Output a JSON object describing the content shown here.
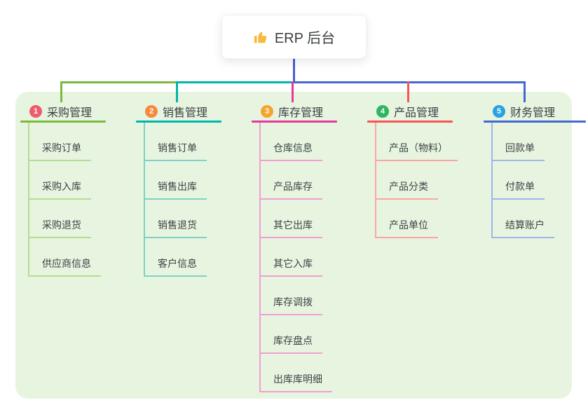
{
  "root": {
    "title": "ERP 后台",
    "icon": "thumbs-up-icon",
    "icon_color": "#f9b93a",
    "connector_color": "#4a5ed0"
  },
  "panel": {
    "bg_color": "#e7f5e0"
  },
  "branches": [
    {
      "number": "1",
      "title": "采购管理",
      "badge_color": "#ee5b6c",
      "line_color": "#7cb93f",
      "light_color": "#b5dc92",
      "children": [
        "采购订单",
        "采购入库",
        "采购退货",
        "供应商信息"
      ]
    },
    {
      "number": "2",
      "title": "销售管理",
      "badge_color": "#f8893c",
      "line_color": "#00b5ab",
      "light_color": "#7fd0c8",
      "children": [
        "销售订单",
        "销售出库",
        "销售退货",
        "客户信息"
      ]
    },
    {
      "number": "3",
      "title": "库存管理",
      "badge_color": "#f7a42b",
      "line_color": "#e5399e",
      "light_color": "#f19ed1",
      "children": [
        "仓库信息",
        "产品库存",
        "其它出库",
        "其它入库",
        "库存调拨",
        "库存盘点",
        "出库库明细"
      ]
    },
    {
      "number": "4",
      "title": "产品管理",
      "badge_color": "#2fb561",
      "line_color": "#f95355",
      "light_color": "#fba4a4",
      "children": [
        "产品（物料）",
        "产品分类",
        "产品单位"
      ]
    },
    {
      "number": "5",
      "title": "财务管理",
      "badge_color": "#29a2e2",
      "line_color": "#4468d1",
      "light_color": "#9fb6ea",
      "children": [
        "回款单",
        "付款单",
        "结算账户"
      ]
    }
  ]
}
